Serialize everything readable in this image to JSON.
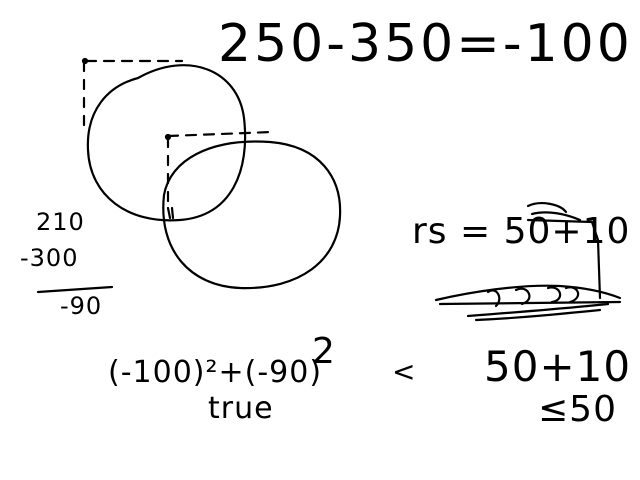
{
  "canvas": {
    "background": "#ffffff",
    "ink_color": "#000000"
  },
  "notes": {
    "top_equation": "250-350=-100",
    "subtraction": {
      "minuend": "210",
      "subtrahend": "-300",
      "result": "-90"
    },
    "radius_label": "rs = 50+10",
    "bottom_expression": "(-100)²+(-90)",
    "squared_marker": "2",
    "inequality_lhs": "<",
    "inequality_rhs": "50+10",
    "verdict": "true",
    "conclusion": "≤50"
  },
  "icons": {
    "circle_1": "circle-outline",
    "circle_2": "circle-outline"
  }
}
